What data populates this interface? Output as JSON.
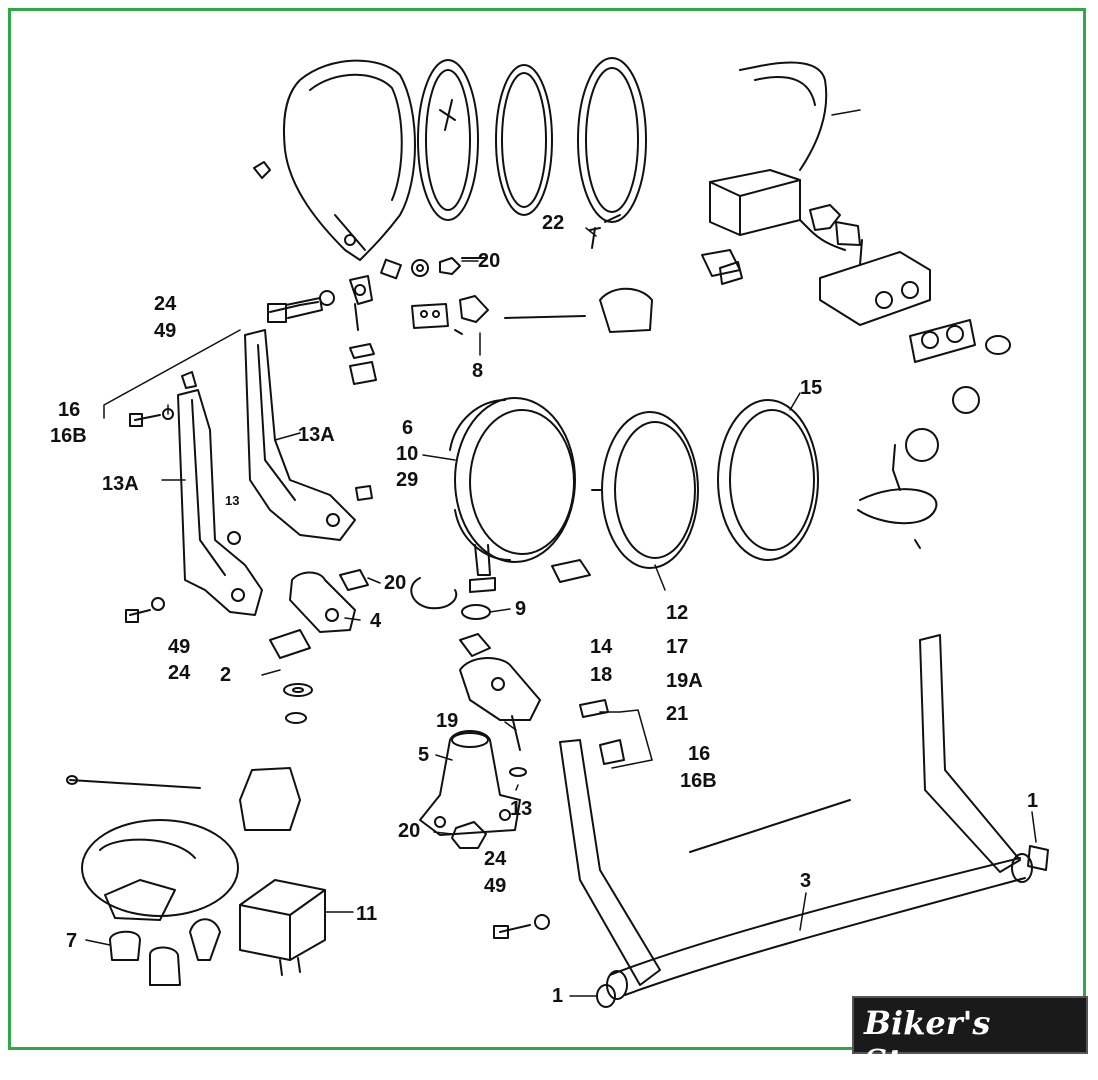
{
  "frame_color": "#2fa84a",
  "brand": {
    "text": "Biker's Store"
  },
  "callouts": {
    "c22": "22",
    "c20a": "20",
    "c24a": "24",
    "c49a": "49",
    "c16a": "16",
    "c16Ba": "16B",
    "c8": "8",
    "c13Aa": "13A",
    "c13Ab": "13A",
    "c13s": "13",
    "c6": "6",
    "c10": "10",
    "c29": "29",
    "c15": "15",
    "c20b": "20",
    "c4": "4",
    "c9": "9",
    "c49b": "49",
    "c24b": "24",
    "c2": "2",
    "c12": "12",
    "c17": "17",
    "c19A": "19A",
    "c21": "21",
    "c14": "14",
    "c18": "18",
    "c19": "19",
    "c5": "5",
    "c16b": "16",
    "c16Bb": "16B",
    "c13": "13",
    "c1a": "1",
    "c20c": "20",
    "c24c": "24",
    "c49c": "49",
    "c3": "3",
    "c11": "11",
    "c7": "7",
    "c1b": "1"
  }
}
